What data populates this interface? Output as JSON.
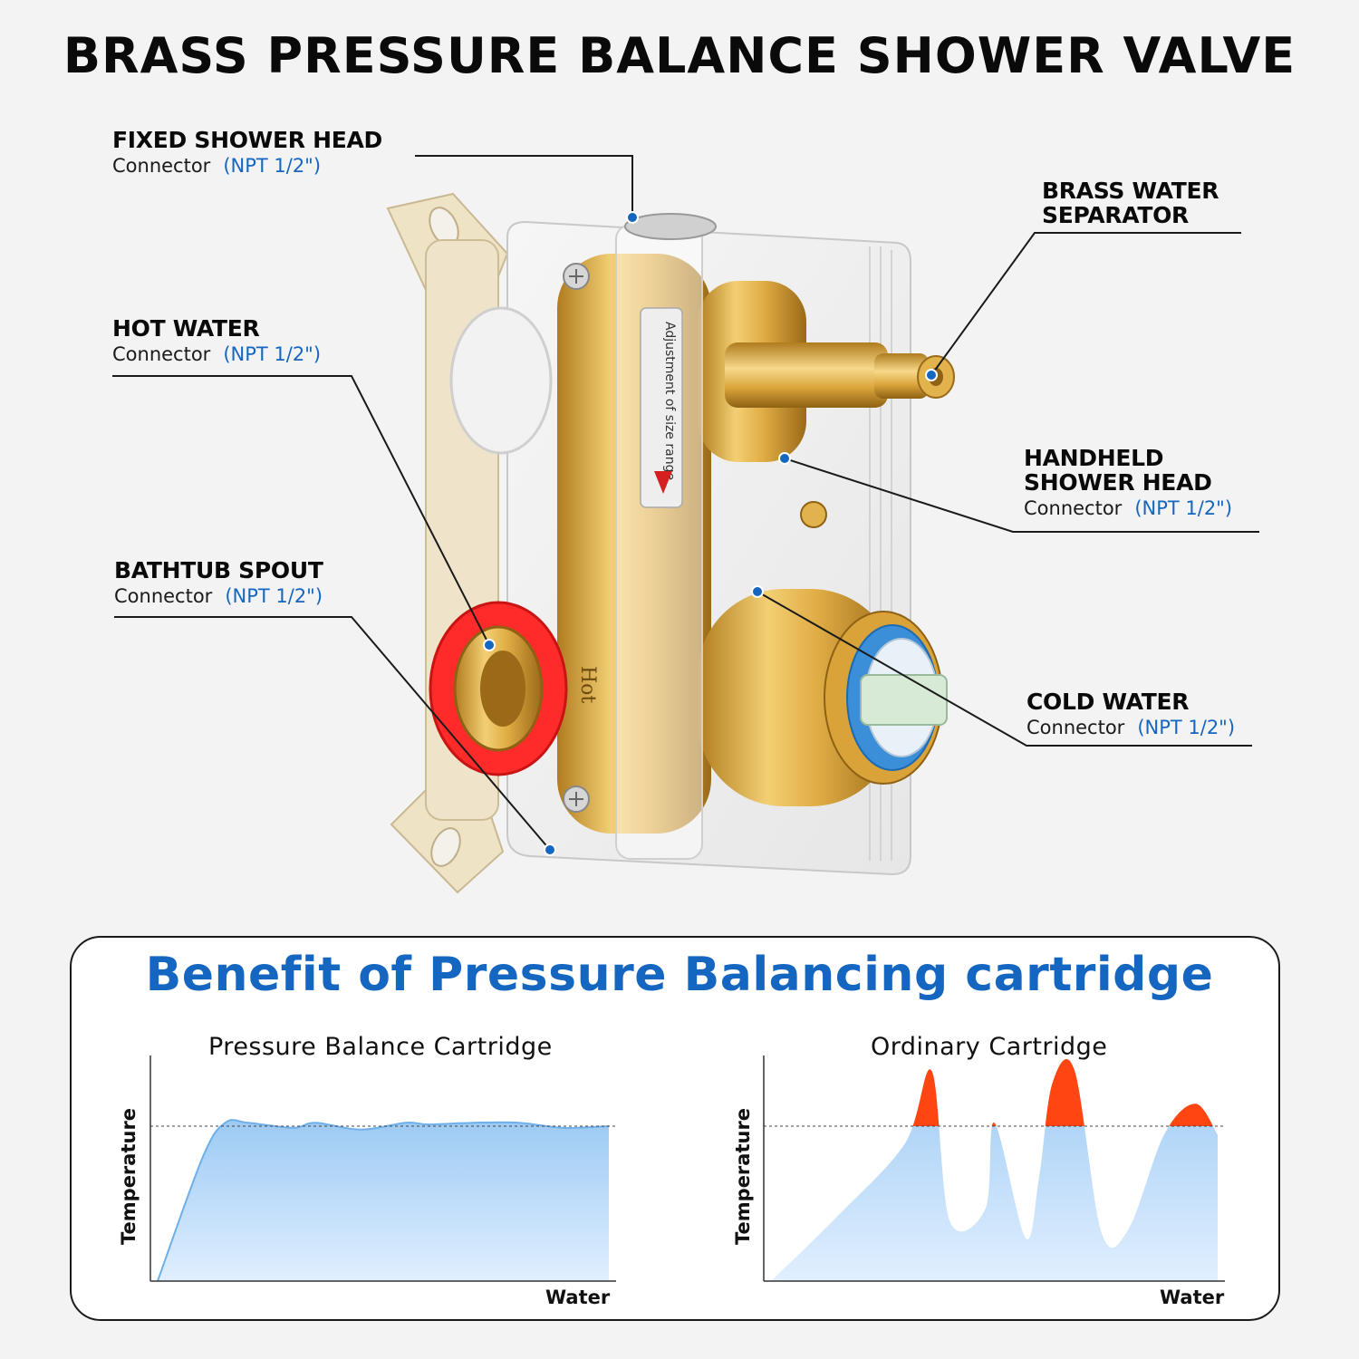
{
  "title": "BRASS PRESSURE BALANCE SHOWER VALVE",
  "callouts": {
    "fixed_shower_head": {
      "label": "FIXED SHOWER HEAD",
      "sub": "Connector",
      "spec": "(NPT 1/2\")"
    },
    "hot_water": {
      "label": "HOT WATER",
      "sub": "Connector",
      "spec": "(NPT 1/2\")"
    },
    "bathtub_spout": {
      "label": "BATHTUB SPOUT",
      "sub": "Connector",
      "spec": "(NPT 1/2\")"
    },
    "brass_water_separator": {
      "label_line1": "BRASS WATER",
      "label_line2": "SEPARATOR"
    },
    "handheld_shower_head": {
      "label_line1": "HANDHELD",
      "label_line2": "SHOWER HEAD",
      "sub": "Connector",
      "spec": "(NPT 1/2\")"
    },
    "cold_water": {
      "label": "COLD WATER",
      "sub": "Connector",
      "spec": "(NPT 1/2\")"
    }
  },
  "valve": {
    "size_label": "Adjustment of size range",
    "hot_label": "Hot"
  },
  "panel": {
    "title": "Benefit of Pressure Balancing cartridge"
  },
  "chart_data": [
    {
      "type": "area",
      "title": "Pressure Balance Cartridge",
      "xlabel": "Water",
      "ylabel": "Temperature",
      "x": [
        0,
        0.1,
        0.15,
        0.2,
        0.3,
        0.35,
        0.45,
        0.55,
        0.6,
        0.7,
        0.8,
        0.9,
        1.0
      ],
      "y": [
        0,
        0.72,
        0.92,
        0.92,
        0.89,
        0.92,
        0.88,
        0.92,
        0.91,
        0.92,
        0.92,
        0.89,
        0.9
      ],
      "reference_level": 0.9,
      "colors": {
        "fill": "#a9d1f5",
        "line": "#6fb0ea"
      }
    },
    {
      "type": "area",
      "title": "Ordinary Cartridge",
      "xlabel": "Water",
      "ylabel": "Temperature",
      "x": [
        0,
        0.15,
        0.3,
        0.36,
        0.4,
        0.48,
        0.5,
        0.57,
        0.6,
        0.63,
        0.68,
        0.74,
        0.8,
        0.88,
        0.95,
        1.0
      ],
      "y": [
        0,
        0.38,
        0.8,
        1.22,
        0.35,
        0.42,
        0.92,
        0.25,
        0.6,
        1.15,
        1.22,
        0.28,
        0.3,
        0.85,
        1.03,
        0.85
      ],
      "reference_level": 0.9,
      "colors": {
        "fill": "#a9d1f5",
        "overshoot": "#ff4511"
      }
    }
  ],
  "colors": {
    "accent_blue": "#1466c0",
    "hot_red": "#ff2a2a",
    "brass": "#d9a83c"
  }
}
